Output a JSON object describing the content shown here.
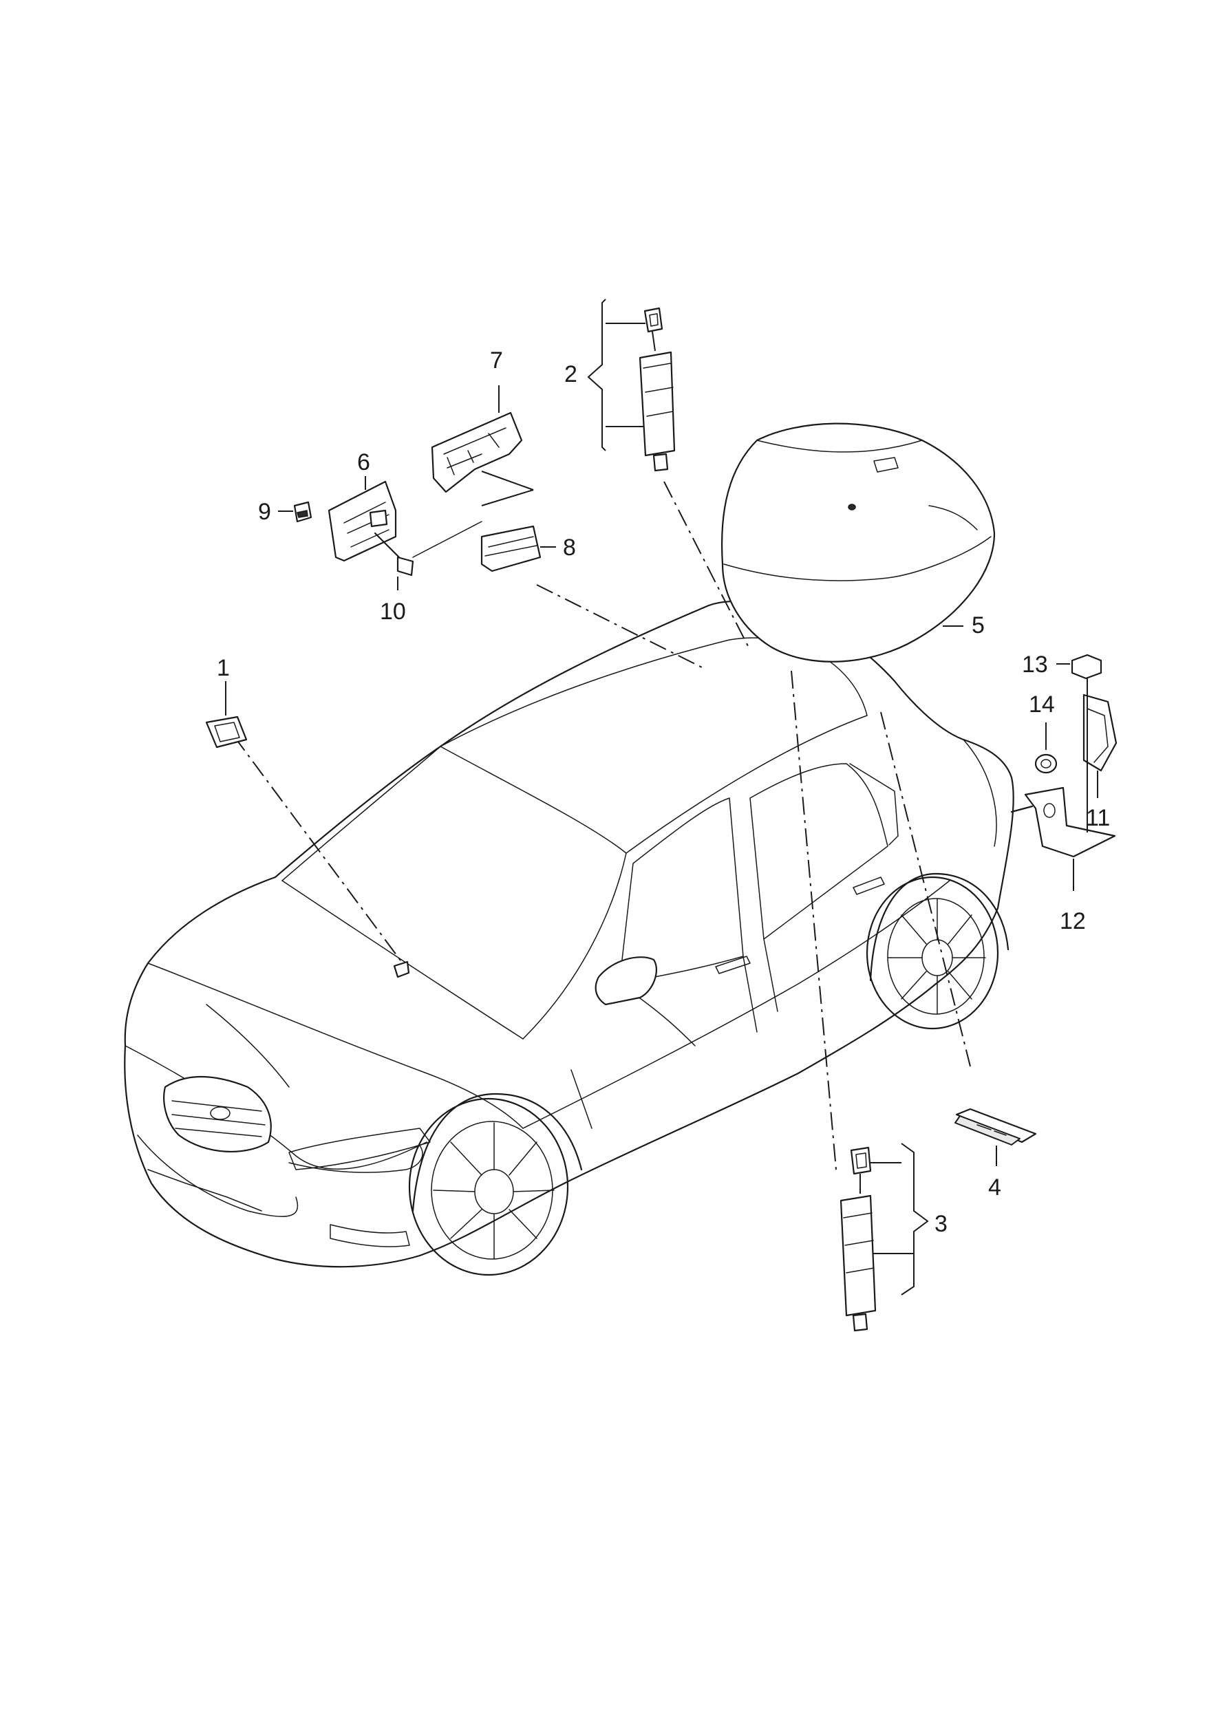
{
  "diagram": {
    "callouts": [
      "1",
      "2",
      "3",
      "4",
      "5",
      "6",
      "7",
      "8",
      "9",
      "10",
      "11",
      "12",
      "13",
      "14"
    ]
  },
  "colors": {
    "line": "#1a1a1a",
    "background": "#ffffff"
  }
}
